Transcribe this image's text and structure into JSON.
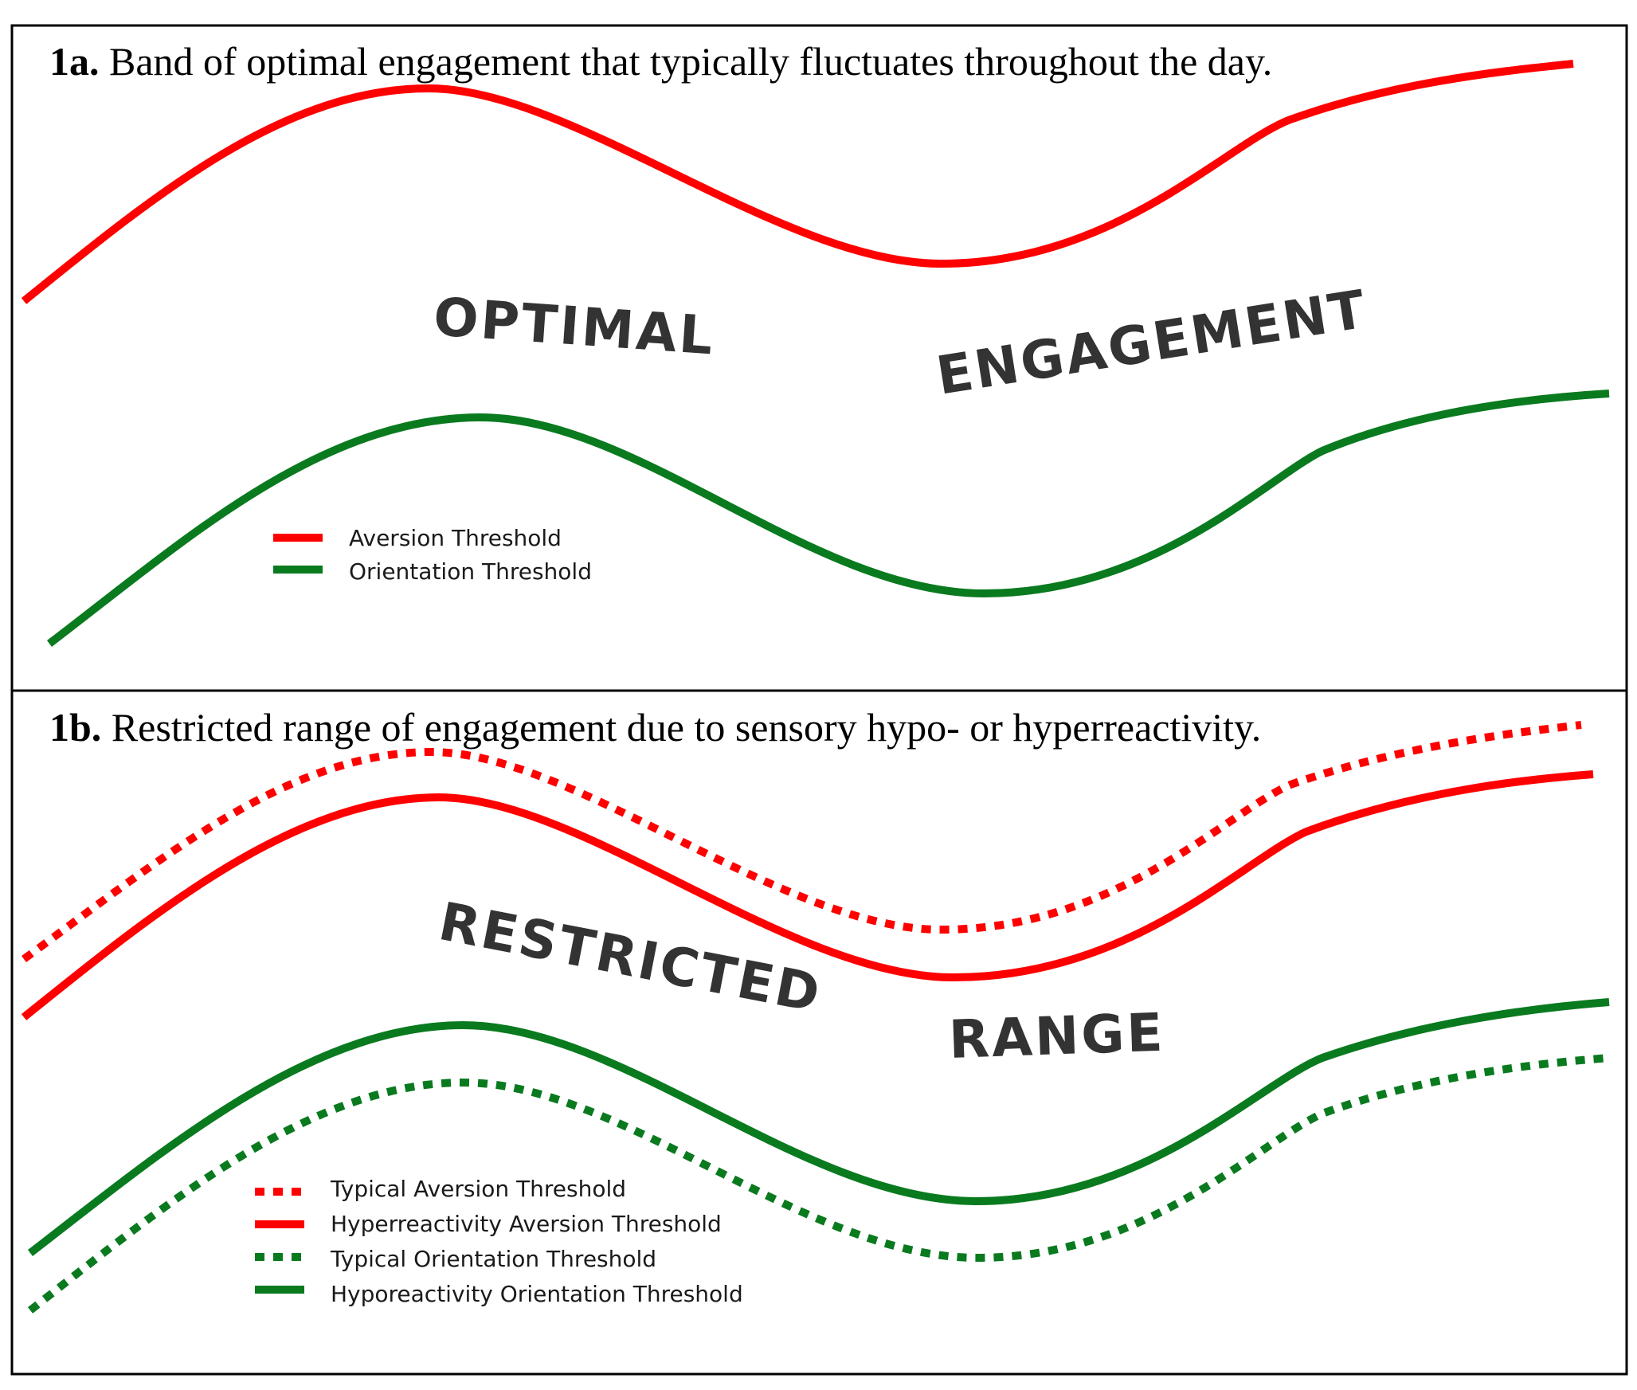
{
  "colors": {
    "aversion": "#ff0000",
    "orientation": "#0a7a1f",
    "border": "#000000",
    "label": "#333333"
  },
  "panel_a": {
    "caption_number": "1a.",
    "caption_text": " Band of optimal engagement that typically fluctuates throughout the day.",
    "label_left": "OPTIMAL",
    "label_right": "ENGAGEMENT",
    "legend": [
      {
        "label": "Aversion Threshold",
        "color": "aversion",
        "style": "solid"
      },
      {
        "label": "Orientation Threshold",
        "color": "orientation",
        "style": "solid"
      }
    ]
  },
  "panel_b": {
    "caption_number": "1b.",
    "caption_text": " Restricted range of engagement due to sensory hypo- or hyperreactivity.",
    "label_left": "RESTRICTED",
    "label_right": "RANGE",
    "legend": [
      {
        "label": "Typical Aversion Threshold",
        "color": "aversion",
        "style": "dotted"
      },
      {
        "label": "Hyperreactivity Aversion Threshold",
        "color": "aversion",
        "style": "solid"
      },
      {
        "label": "Typical Orientation Threshold",
        "color": "orientation",
        "style": "dotted"
      },
      {
        "label": "Hyporeactivity Orientation Threshold",
        "color": "orientation",
        "style": "solid"
      }
    ]
  }
}
